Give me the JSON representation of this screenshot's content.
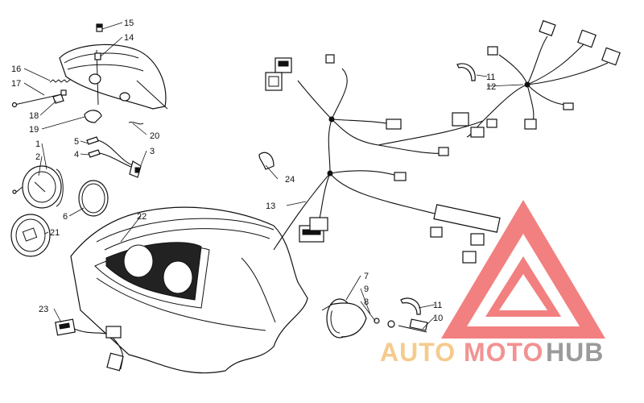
{
  "diagram": {
    "callouts": {
      "c1": "1",
      "c2": "2",
      "c3": "3",
      "c4": "4",
      "c5": "5",
      "c6": "6",
      "c7": "7",
      "c8": "8",
      "c9": "9",
      "c10": "10",
      "c11a": "11",
      "c11b": "11",
      "c12": "12",
      "c13": "13",
      "c14": "14",
      "c15": "15",
      "c16": "16",
      "c17": "17",
      "c18": "18",
      "c19": "19",
      "c20": "20",
      "c21": "21",
      "c22": "22",
      "c23": "23",
      "c24": "24"
    }
  },
  "watermark": {
    "word1": "AUTO",
    "word2": "MOTO",
    "word3": "HUB",
    "colors": {
      "gold": "#f4c27a",
      "red": "#f08080",
      "gray": "#8a8a8a",
      "triangle": "#f06a6a"
    }
  }
}
